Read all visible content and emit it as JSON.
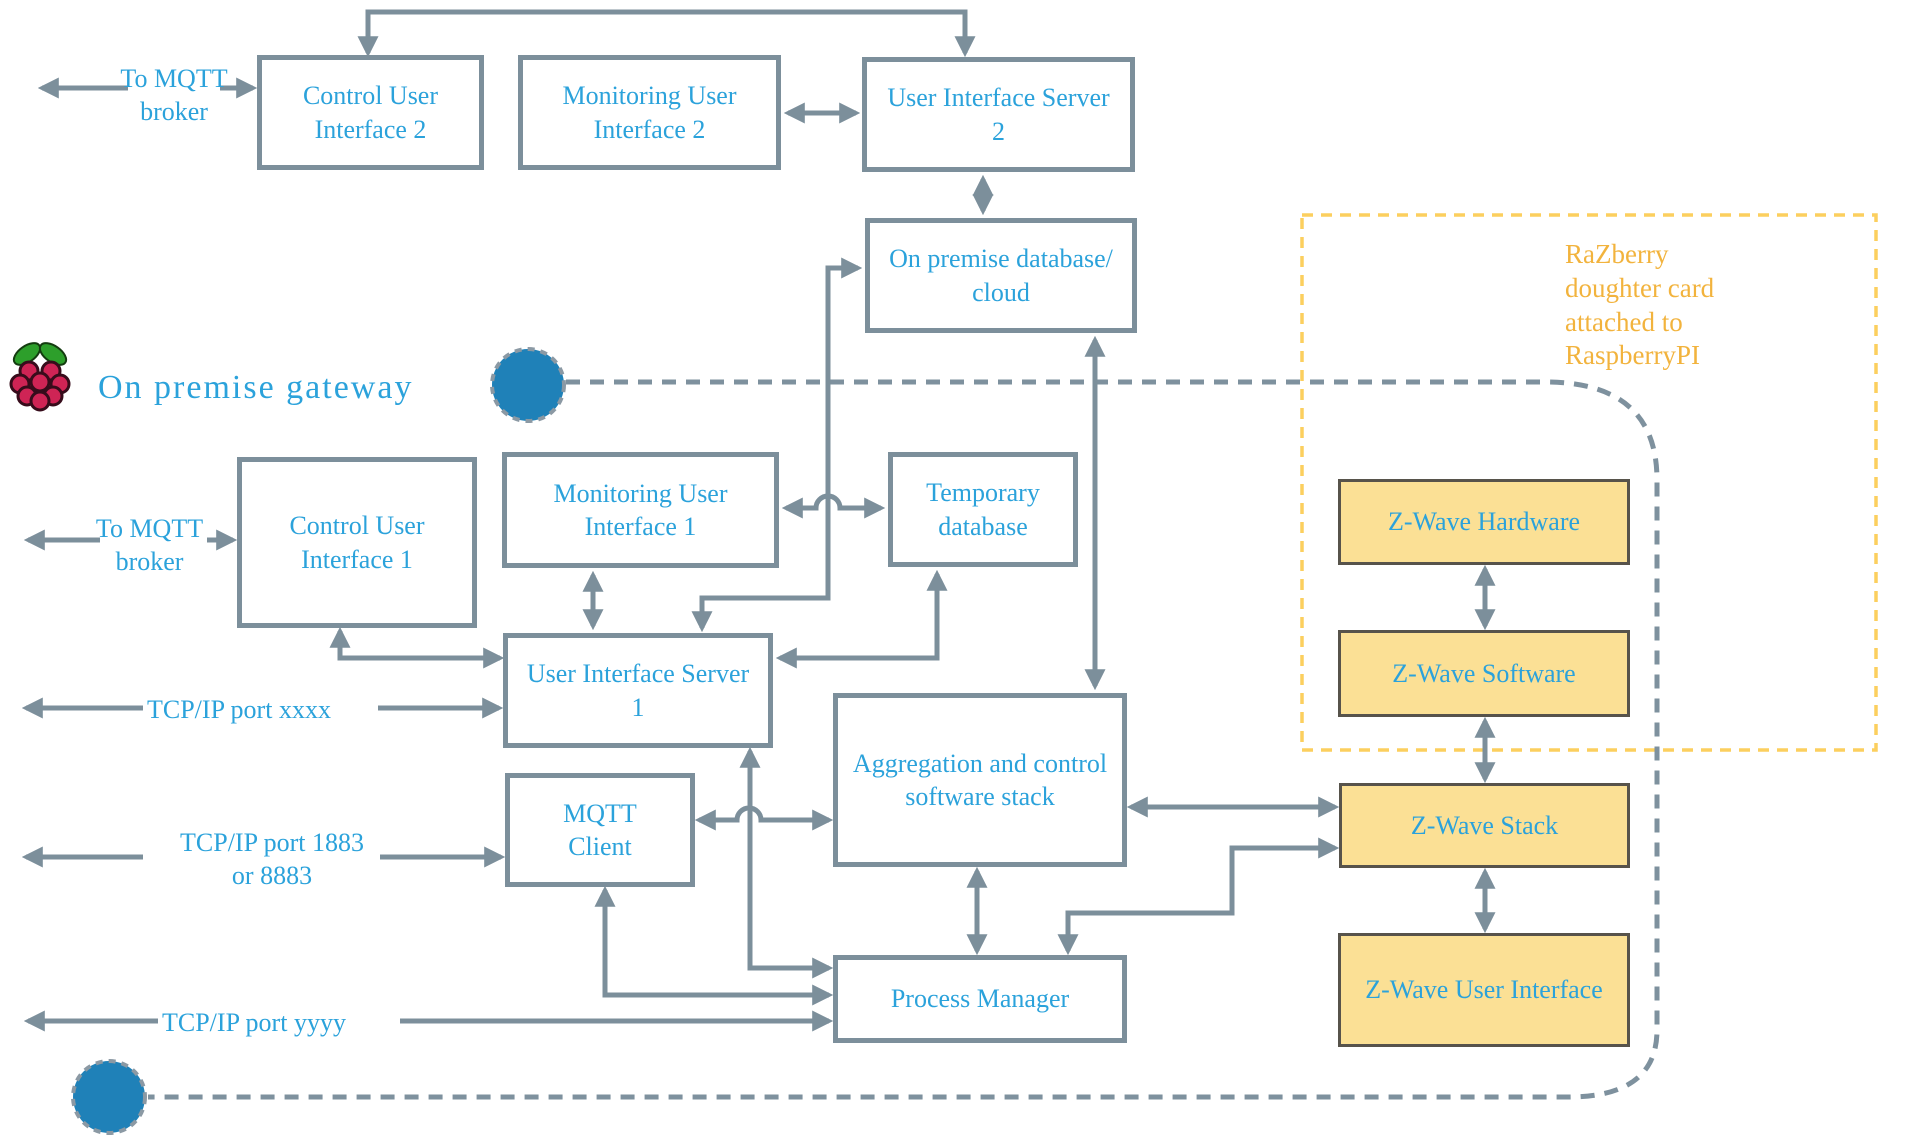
{
  "nodes": {
    "control_user_interface_2": {
      "label": "Control User Interface 2"
    },
    "monitoring_user_interface_2": {
      "label": "Monitoring User Interface 2"
    },
    "user_interface_server_2": {
      "label": "User Interface Server 2"
    },
    "on_premise_database_cloud": {
      "label": "On premise database/ cloud"
    },
    "control_user_interface_1": {
      "label": "Control User Interface 1"
    },
    "monitoring_user_interface_1": {
      "label": "Monitoring User Interface 1"
    },
    "temporary_database": {
      "label": "Temporary database"
    },
    "user_interface_server_1": {
      "label": "User Interface Server 1"
    },
    "mqtt_client": {
      "label": "MQTT Client"
    },
    "aggregation_control_stack": {
      "label": "Aggregation and control software stack"
    },
    "process_manager": {
      "label": "Process Manager"
    },
    "zwave_hardware": {
      "label": "Z-Wave Hardware"
    },
    "zwave_software": {
      "label": "Z-Wave Software"
    },
    "zwave_stack": {
      "label": "Z-Wave Stack"
    },
    "zwave_user_interface": {
      "label": "Z-Wave User Interface"
    }
  },
  "annotations": {
    "on_premise_gateway": {
      "label": "On premise gateway"
    },
    "razberry_note": {
      "lines": [
        "RaZberry",
        "doughter card",
        "attached to",
        "RaspberryPI"
      ]
    },
    "to_mqtt_broker_top": {
      "lines": [
        "To MQTT",
        "broker"
      ]
    },
    "to_mqtt_broker_mid": {
      "lines": [
        "To MQTT",
        "broker"
      ]
    },
    "tcp_port_xxxx": {
      "label": "TCP/IP port xxxx"
    },
    "tcp_port_1883": {
      "lines": [
        "TCP/IP port 1883",
        "or 8883"
      ]
    },
    "tcp_port_yyyy": {
      "label": "TCP/IP port yyyy"
    }
  },
  "colors": {
    "node_text": "#2ba2db",
    "node_border": "#7c8f9b",
    "connector": "#7c8f9b",
    "zwave_fill": "#fbe095",
    "zwave_border": "#57534b",
    "accent_yellow": "#f2b33d",
    "yellow_dash": "#fccf5e",
    "circle_fill": "#1f81b8",
    "gateway_dash": "#7e919e",
    "raspberry_red": "#cf2455",
    "raspberry_green": "#2d9f2b"
  }
}
